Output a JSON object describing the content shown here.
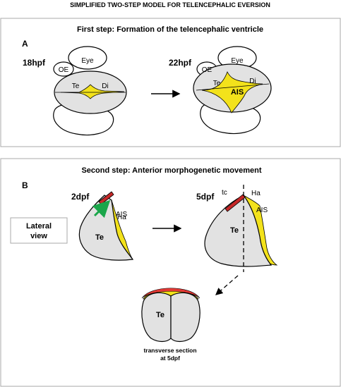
{
  "title": "SIMPLIFIED TWO-STEP MODEL FOR TELENCEPHALIC EVERSION",
  "panel_a": {
    "letter": "A",
    "heading": "First step: Formation of the telencephalic ventricle",
    "left": {
      "stage": "18hpf",
      "eye": "Eye",
      "oe": "OE",
      "te": "Te",
      "di": "Di"
    },
    "right": {
      "stage": "22hpf",
      "eye": "Eye",
      "oe": "OE",
      "te": "Te",
      "di": "Di",
      "ais": "AIS"
    }
  },
  "panel_b": {
    "letter": "B",
    "heading": "Second step: Anterior morphogenetic movement",
    "view_label_line1": "Lateral",
    "view_label_line2": "view",
    "left": {
      "stage": "2dpf",
      "ha": "Ha",
      "ais": "AIS",
      "te": "Te"
    },
    "right": {
      "stage": "5dpf",
      "tc": "tc",
      "ha": "Ha",
      "ais": "AIS",
      "te": "Te"
    },
    "section": {
      "te": "Te",
      "caption_line1": "transverse section",
      "caption_line2": "at 5dpf"
    }
  },
  "colors": {
    "ventricle": "#f3e21b",
    "tela_choroidea": "#c62828",
    "arrow_green": "#1aa64a",
    "tissue": "#e2e2e2"
  }
}
